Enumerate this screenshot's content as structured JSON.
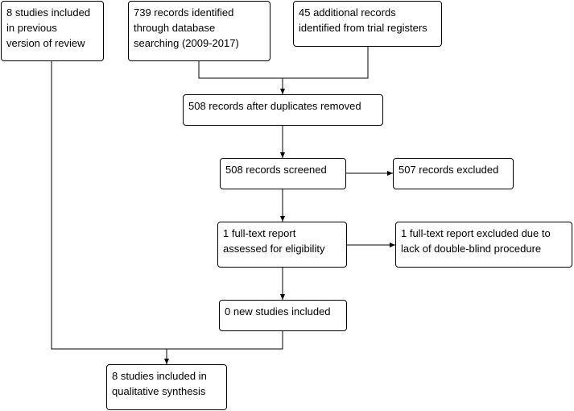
{
  "boxes": {
    "previous": [
      "8 studies included",
      "in previous",
      "version of review"
    ],
    "identified": [
      "739 records identified",
      "through database",
      "searching (2009-2017)"
    ],
    "additional": [
      "45 additional records",
      "identified from trial registers"
    ],
    "duplicates": [
      "508 records after duplicates removed"
    ],
    "screened": [
      "508 records screened"
    ],
    "excluded": [
      "507 records excluded"
    ],
    "fulltext": [
      "1 full-text report",
      "assessed for eligibility"
    ],
    "fulltext_excluded": [
      "1 full-text report excluded due to",
      "lack of double-blind procedure"
    ],
    "new_studies": [
      "0 new studies included"
    ],
    "synthesis": [
      "8 studies included in",
      "qualitative synthesis"
    ]
  },
  "colors": {
    "stroke": "#000000",
    "background": "#ffffff"
  }
}
